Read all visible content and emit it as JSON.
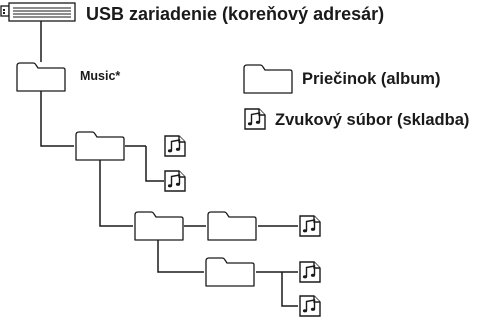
{
  "root": {
    "label": "USB zariadenie (koreňový adresár)",
    "icon": "usb-drive-icon"
  },
  "music_folder": {
    "label": "Music*",
    "icon": "folder-icon"
  },
  "legend": {
    "folder_label": "Priečinok (album)",
    "folder_icon": "folder-icon",
    "file_label": "Zvukový súbor (skladba)",
    "file_icon": "audio-file-icon"
  },
  "colors": {
    "line": "#1a1a1a",
    "background": "#ffffff"
  }
}
